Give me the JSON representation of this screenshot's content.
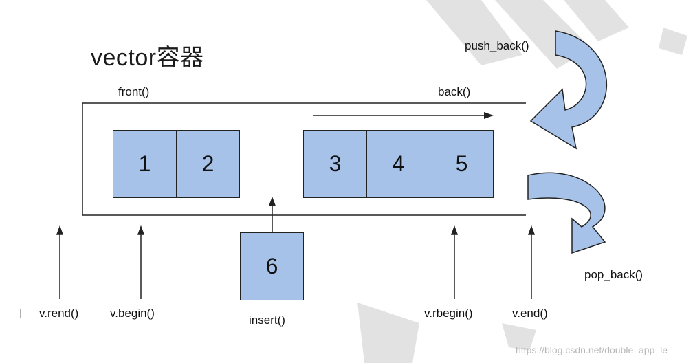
{
  "title": "vector容器",
  "labels": {
    "front": "front()",
    "back": "back()",
    "push_back": "push_back()",
    "pop_back": "pop_back()",
    "insert": "insert()",
    "rend": "v.rend()",
    "begin": "v.begin()",
    "rbegin": "v.rbegin()",
    "end": "v.end()"
  },
  "elements": [
    "1",
    "2",
    "3",
    "4",
    "5"
  ],
  "inserted_element": "6",
  "watermark": "https://blog.csdn.net/double_app_le",
  "colors": {
    "cell_fill": "#a7c2e8",
    "arrow_fill": "#a7c2e8",
    "stroke": "#222222",
    "decor_gray": "#dcdcdc"
  },
  "icons": [
    "text-cursor-icon"
  ]
}
